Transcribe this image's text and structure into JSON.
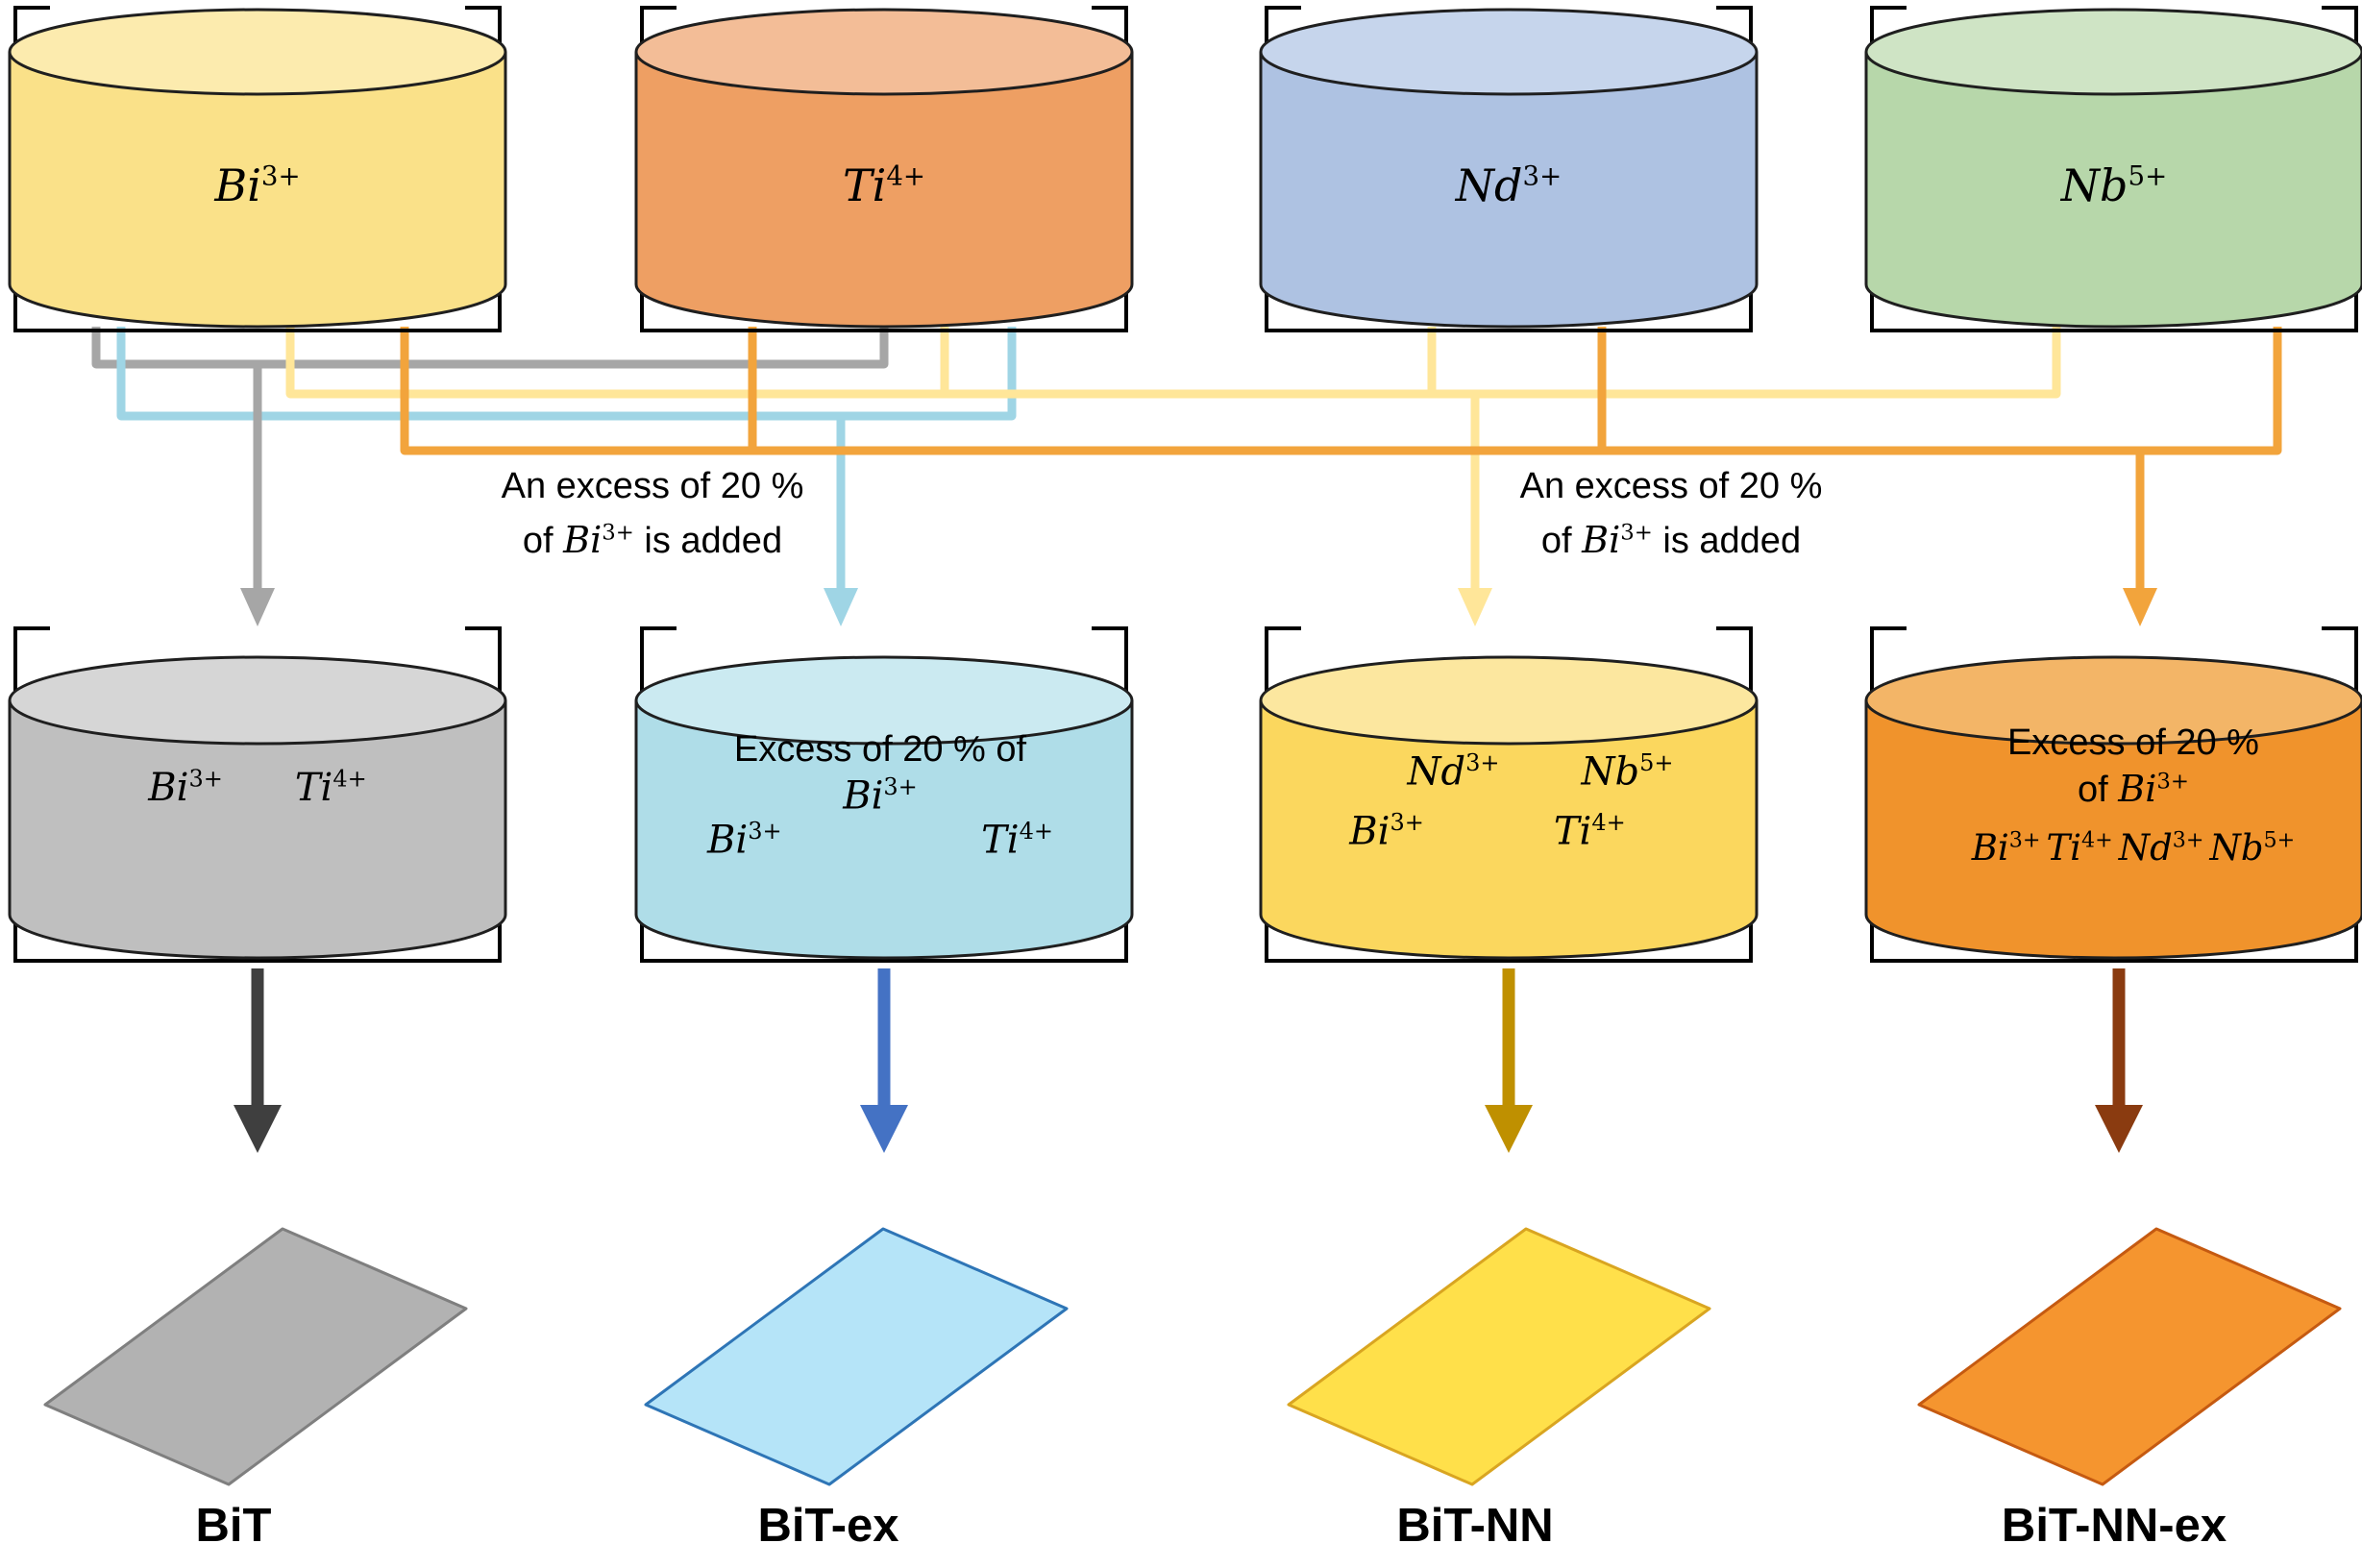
{
  "source_beakers": [
    {
      "ion": {
        "base": "Bi",
        "charge": "3+"
      },
      "colors": {
        "body": "#FAE189",
        "top": "#FCEBAE"
      }
    },
    {
      "ion": {
        "base": "Ti",
        "charge": "4+"
      },
      "colors": {
        "body": "#EE9F63",
        "top": "#F3BD97"
      }
    },
    {
      "ion": {
        "base": "Nd",
        "charge": "3+"
      },
      "colors": {
        "body": "#AEC2E2",
        "top": "#C6D5EC"
      }
    },
    {
      "ion": {
        "base": "Nb",
        "charge": "5+"
      },
      "colors": {
        "body": "#B7D7AA",
        "top": "#CFE4C5"
      }
    }
  ],
  "annotations": [
    {
      "line1": "An excess of 20 %",
      "line2_pre": "of ",
      "ion": {
        "base": "Bi",
        "charge": "3+"
      },
      "line2_post": " is added"
    },
    {
      "line1": "An excess of 20 %",
      "line2_pre": "of ",
      "ion": {
        "base": "Bi",
        "charge": "3+"
      },
      "line2_post": " is added"
    }
  ],
  "route_colors": {
    "bit": "#A6A6A6",
    "bit_ex": "#9FD5E5",
    "bit_nn": "#FFE699",
    "bit_nn_ex": "#F2A43C"
  },
  "mixing_beakers": [
    {
      "colors": {
        "body": "#BFBFBF",
        "top": "#D6D6D6"
      },
      "ions": [
        {
          "base": "Bi",
          "charge": "3+"
        },
        {
          "base": "Ti",
          "charge": "4+"
        }
      ]
    },
    {
      "colors": {
        "body": "#AFDDE8",
        "top": "#CBEAF1"
      },
      "header_line1": "Excess of 20 % of",
      "header_ion": {
        "base": "Bi",
        "charge": "3+"
      },
      "ions": [
        {
          "base": "Bi",
          "charge": "3+"
        },
        {
          "base": "Ti",
          "charge": "4+"
        }
      ]
    },
    {
      "colors": {
        "body": "#FBD75E",
        "top": "#FCE79F"
      },
      "ions_row1": [
        {
          "base": "Nd",
          "charge": "3+"
        },
        {
          "base": "Nb",
          "charge": "5+"
        }
      ],
      "ions_row2": [
        {
          "base": "Bi",
          "charge": "3+"
        },
        {
          "base": "Ti",
          "charge": "4+"
        }
      ]
    },
    {
      "colors": {
        "body": "#F0932C",
        "top": "#F3B567"
      },
      "header_line1": "Excess of 20 %",
      "header_line2_pre": "of ",
      "header_ion": {
        "base": "Bi",
        "charge": "3+"
      },
      "ions": [
        {
          "base": "Bi",
          "charge": "3+"
        },
        {
          "base": "Ti",
          "charge": "4+"
        },
        {
          "base": "Nd",
          "charge": "3+"
        },
        {
          "base": "Nb",
          "charge": "5+"
        }
      ]
    }
  ],
  "deposition_arrow_colors": [
    "#3F3F3F",
    "#4472C4",
    "#BF9000",
    "#8A3B10"
  ],
  "films": [
    {
      "fill": "#B2B2B2",
      "stroke": "#7F7F7F"
    },
    {
      "fill": "#B5E4F8",
      "stroke": "#2E75B6"
    },
    {
      "fill": "#FFE04A",
      "stroke": "#D9A521"
    },
    {
      "fill": "#F5952F",
      "stroke": "#C55A11"
    }
  ],
  "products": [
    {
      "label": "BiT"
    },
    {
      "label": "BiT-ex"
    },
    {
      "label": "BiT-NN"
    },
    {
      "label": "BiT-NN-ex"
    }
  ]
}
